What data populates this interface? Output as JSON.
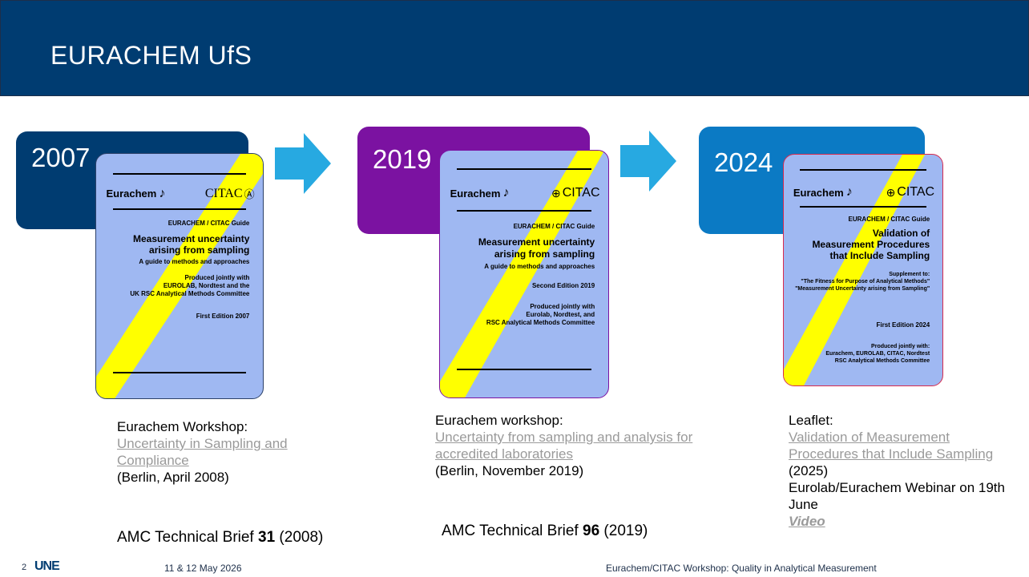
{
  "title": "EURACHEM UfS",
  "colors": {
    "header": "#003c71",
    "purple": "#7b12a1",
    "blue": "#0b7ac4",
    "arrow": "#27a9e1",
    "cover": "#9fb8f2",
    "diagonal": "#ffff00",
    "link": "#9a9a9a"
  },
  "columns": [
    {
      "year": "2007",
      "cover": {
        "eurachem": "Eurachem",
        "citac": "CITAC",
        "guide": "EURACHEM / CITAC Guide",
        "title_1": "Measurement uncertainty",
        "title_2": "arising from sampling",
        "subtitle": "A guide to methods and approaches",
        "produced_1": "Produced jointly with",
        "produced_2": "EUROLAB, Nordtest and the",
        "produced_3": "UK RSC Analytical Methods Committee",
        "edition": "First Edition 2007"
      },
      "caption_head": "Eurachem Workshop:",
      "caption_link": "Uncertainty in Sampling and Compliance",
      "caption_tail": "(Berlin,  April 2008)",
      "amc_prefix": "AMC Technical Brief ",
      "amc_number": "31",
      "amc_suffix": " (2008)"
    },
    {
      "year": "2019",
      "cover": {
        "eurachem": "Eurachem",
        "citac": "CITAC",
        "guide": "EURACHEM / CITAC Guide",
        "title_1": "Measurement uncertainty",
        "title_2": "arising from sampling",
        "subtitle": "A guide to methods and approaches",
        "edition": "Second Edition 2019",
        "produced_1": "Produced jointly with",
        "produced_2": "Eurolab, Nordtest, and",
        "produced_3": "RSC Analytical Methods Committee"
      },
      "caption_head": "Eurachem workshop:",
      "caption_link": "Uncertainty from sampling and analysis for accredited laboratories",
      "caption_tail": "(Berlin, November 2019)",
      "amc_prefix": "AMC Technical Brief ",
      "amc_number": "96",
      "amc_suffix": " (2019)"
    },
    {
      "year": "2024",
      "cover": {
        "eurachem": "Eurachem",
        "citac": "CITAC",
        "guide": "EURACHEM / CITAC Guide",
        "title_1": "Validation of",
        "title_2": "Measurement Procedures",
        "title_3": "that Include Sampling",
        "supp_1": "Supplement to:",
        "supp_2": "\"The Fitness for Purpose of Analytical Methods\"",
        "supp_3": "\"Measurement Uncertainty arising from Sampling\"",
        "edition": "First Edition 2024",
        "produced_1": "Produced jointly with:",
        "produced_2": "Eurachem, EUROLAB, CITAC, Nordtest",
        "produced_3": "RSC Analytical Methods Committee"
      },
      "caption_head": "Leaflet:",
      "caption_link": "Validation of Measurement Procedures that Include Sampling",
      "caption_tail": " (2025)",
      "caption_line2": "Eurolab/Eurachem Webinar on 19th June",
      "caption_video": "Video"
    }
  ],
  "footer": {
    "slide_number": "2",
    "logo": "UNE",
    "date": "11 & 12 May 2026",
    "event": "Eurachem/CITAC Workshop: Quality in Analytical Measurement"
  }
}
